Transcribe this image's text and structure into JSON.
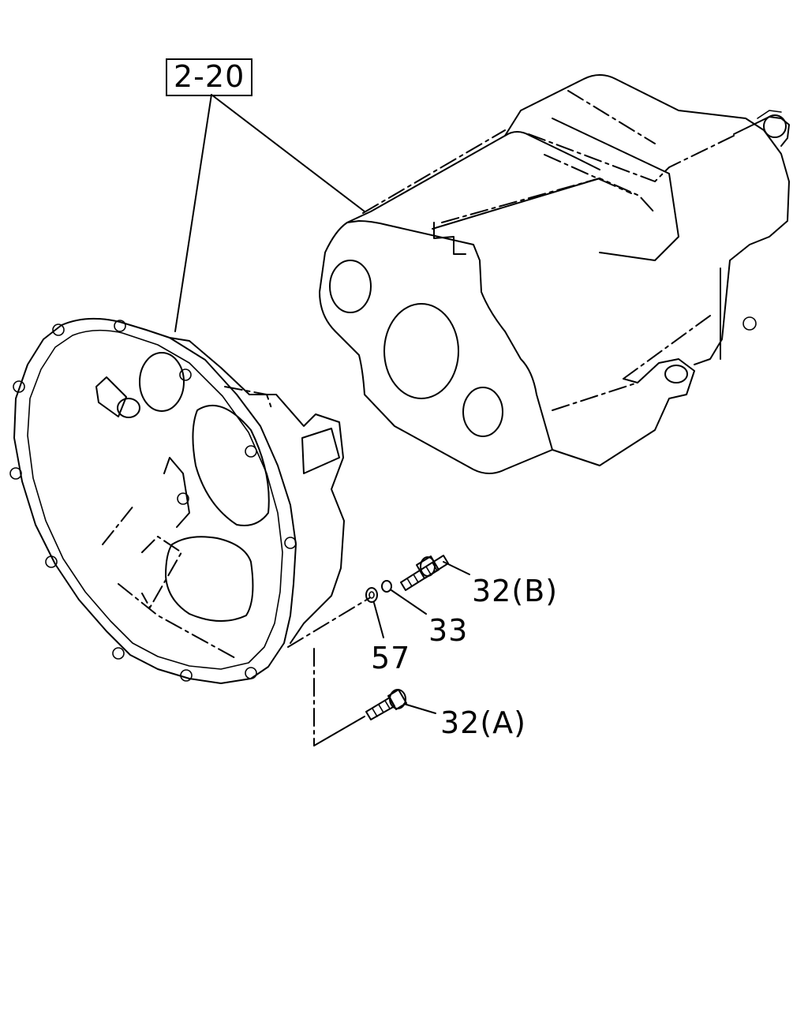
{
  "labels": {
    "ref": "2-20",
    "part_32b": "32(B)",
    "part_33": "33",
    "part_57": "57",
    "part_32a": "32(A)"
  },
  "colors": {
    "ink": "#000000",
    "paper": "#ffffff"
  }
}
